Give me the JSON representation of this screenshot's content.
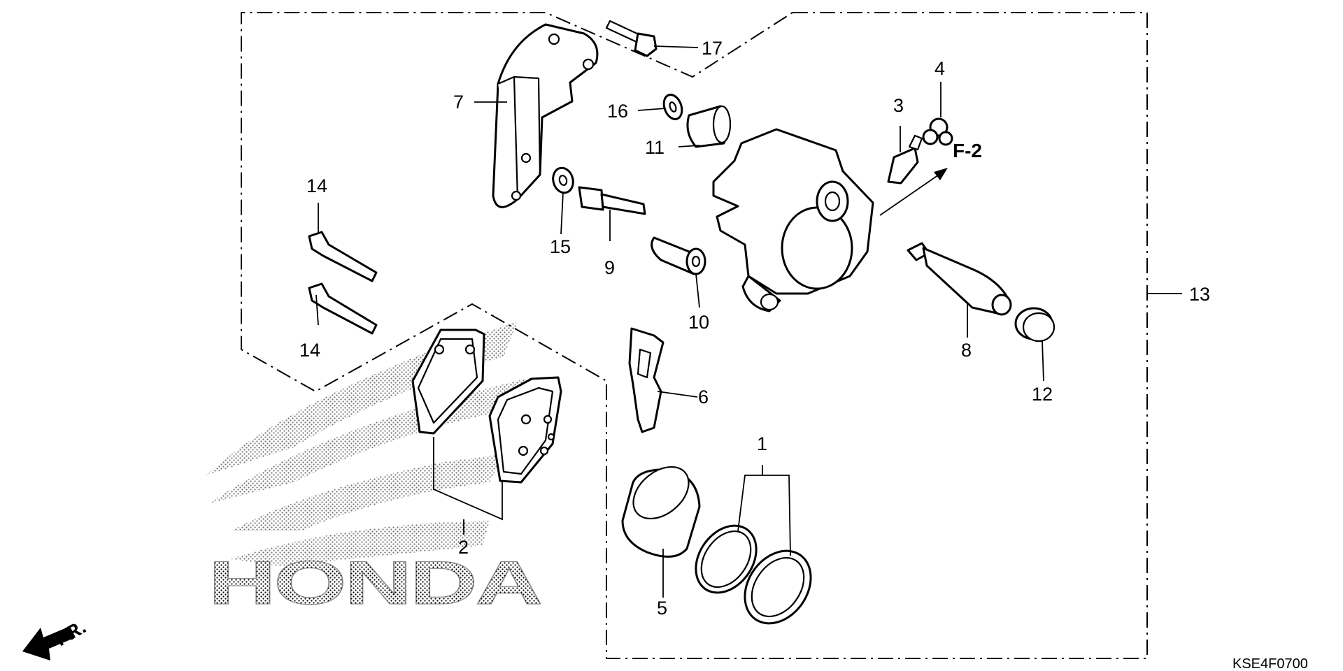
{
  "diagram": {
    "callouts": [
      {
        "id": "p1",
        "text": "1"
      },
      {
        "id": "p2",
        "text": "2"
      },
      {
        "id": "p3",
        "text": "3"
      },
      {
        "id": "p4",
        "text": "4"
      },
      {
        "id": "p5",
        "text": "5"
      },
      {
        "id": "p6",
        "text": "6"
      },
      {
        "id": "p7",
        "text": "7"
      },
      {
        "id": "p8",
        "text": "8"
      },
      {
        "id": "p9",
        "text": "9"
      },
      {
        "id": "p10",
        "text": "10"
      },
      {
        "id": "p11",
        "text": "11"
      },
      {
        "id": "p12",
        "text": "12"
      },
      {
        "id": "p13",
        "text": "13"
      },
      {
        "id": "p14a",
        "text": "14"
      },
      {
        "id": "p14b",
        "text": "14"
      },
      {
        "id": "p15",
        "text": "15"
      },
      {
        "id": "p16",
        "text": "16"
      },
      {
        "id": "p17",
        "text": "17"
      }
    ],
    "reference_label": "F-2",
    "front_label": "FR.",
    "watermark": "HONDA",
    "diagram_code": "KSE4F0700"
  }
}
